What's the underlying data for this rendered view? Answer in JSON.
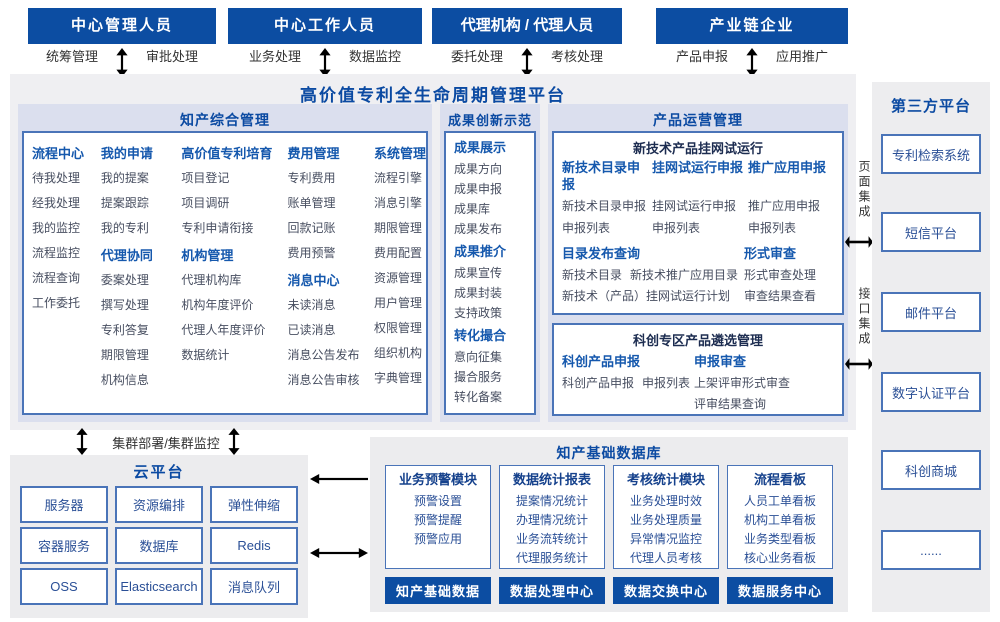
{
  "colors": {
    "accent": "#0c4da2",
    "section_bg": "#dbdfee",
    "panel_bg": "#ececee",
    "head_blue": "#1558ad"
  },
  "actors": [
    {
      "title": "中心管理人员",
      "left": "统筹管理",
      "right": "审批处理"
    },
    {
      "title": "中心工作人员",
      "left": "业务处理",
      "right": "数据监控"
    },
    {
      "title": "代理机构 / 代理人员",
      "left": "委托处理",
      "right": "考核处理"
    },
    {
      "title": "产业链企业",
      "left": "产品申报",
      "right": "应用推广"
    }
  ],
  "platform": {
    "title": "高价值专利全生命周期管理平台",
    "ip": {
      "title": "知产综合管理",
      "cols": [
        {
          "groups": [
            {
              "head": "流程中心",
              "items": [
                "待我处理",
                "经我处理",
                "我的监控",
                "流程监控",
                "流程查询",
                "工作委托"
              ]
            }
          ]
        },
        {
          "groups": [
            {
              "head": "我的申请",
              "items": [
                "我的提案",
                "提案跟踪",
                "我的专利"
              ]
            },
            {
              "head": "代理协同",
              "items": [
                "委案处理",
                "撰写处理",
                "专利答复",
                "期限管理",
                "机构信息"
              ]
            }
          ]
        },
        {
          "groups": [
            {
              "head": "高价值专利培育",
              "items": [
                "项目登记",
                "项目调研",
                "专利申请衔接"
              ]
            },
            {
              "head": "机构管理",
              "items": [
                "代理机构库",
                "机构年度评价",
                "代理人年度评价",
                "数据统计"
              ]
            }
          ]
        },
        {
          "groups": [
            {
              "head": "费用管理",
              "items": [
                "专利费用",
                "账单管理",
                "回款记账",
                "费用预警"
              ]
            },
            {
              "head": "消息中心",
              "items": [
                "未读消息",
                "已读消息",
                "消息公告发布",
                "消息公告审核"
              ]
            }
          ]
        },
        {
          "groups": [
            {
              "head": "系统管理",
              "items": [
                "流程引擎",
                "消息引擎",
                "期限管理",
                "费用配置",
                "资源管理",
                "用户管理",
                "权限管理",
                "组织机构",
                "字典管理"
              ]
            }
          ]
        }
      ]
    },
    "achievement": {
      "title": "成果创新示范",
      "groups": [
        {
          "head": "成果展示",
          "items": [
            "成果方向",
            "成果申报",
            "成果库",
            "成果发布"
          ]
        },
        {
          "head": "成果推介",
          "items": [
            "成果宣传",
            "成果封装",
            "支持政策"
          ]
        },
        {
          "head": "转化撮合",
          "items": [
            "意向征集",
            "撮合服务",
            "转化备案"
          ]
        }
      ]
    },
    "product": {
      "title": "产品运营管理",
      "trial": {
        "title": "新技术产品挂网试运行",
        "top_groups": [
          {
            "head": "新技术目录申报",
            "items": [
              "新技术目录申报",
              "申报列表"
            ]
          },
          {
            "head": "挂网试运行申报",
            "items": [
              "挂网试运行申报",
              "申报列表"
            ]
          },
          {
            "head": "推广应用申报",
            "items": [
              "推广应用申报",
              "申报列表"
            ]
          }
        ],
        "bottom_groups": [
          {
            "head": "目录发布查询",
            "items": [
              "新技术目录",
              "新技术推广应用目录",
              "新技术（产品）挂网试运行计划"
            ]
          },
          {
            "head": "形式审查",
            "items": [
              "形式审查处理",
              "审查结果查看"
            ]
          }
        ]
      },
      "selection": {
        "title": "科创专区产品遴选管理",
        "groups": [
          {
            "head": "科创产品申报",
            "items": [
              "科创产品申报",
              "申报列表"
            ]
          },
          {
            "head": "申报审查",
            "items": [
              "上架评审形式审查",
              "评审结果查询"
            ]
          }
        ]
      }
    }
  },
  "integration": {
    "page": "页面集成",
    "interface": "接口集成"
  },
  "third_party": {
    "title": "第三方平台",
    "systems": [
      "专利检索系统",
      "短信平台",
      "邮件平台",
      "数字认证平台",
      "科创商城",
      "......"
    ]
  },
  "cluster_label": "集群部署/集群监控",
  "cloud": {
    "title": "云平台",
    "services": [
      "服务器",
      "资源编排",
      "弹性伸缩",
      "容器服务",
      "数据库",
      "Redis",
      "OSS",
      "Elasticsearch",
      "消息队列"
    ]
  },
  "database": {
    "title": "知产基础数据库",
    "columns": [
      {
        "head": "业务预警模块",
        "items": [
          "预警设置",
          "预警提醒",
          "预警应用"
        ],
        "bar": "知产基础数据"
      },
      {
        "head": "数据统计报表",
        "items": [
          "提案情况统计",
          "办理情况统计",
          "业务流转统计",
          "代理服务统计"
        ],
        "bar": "数据处理中心"
      },
      {
        "head": "考核统计模块",
        "items": [
          "业务处理时效",
          "业务处理质量",
          "异常情况监控",
          "代理人员考核"
        ],
        "bar": "数据交换中心"
      },
      {
        "head": "流程看板",
        "items": [
          "人员工单看板",
          "机构工单看板",
          "业务类型看板",
          "核心业务看板"
        ],
        "bar": "数据服务中心"
      }
    ]
  }
}
